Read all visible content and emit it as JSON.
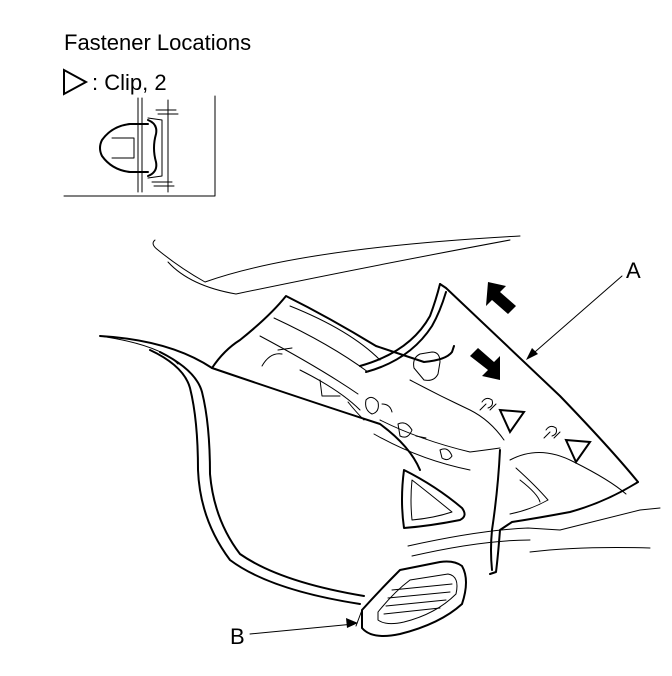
{
  "title": "Fastener Locations",
  "legend": {
    "symbol": "triangle-outline-icon",
    "text": ": Clip, 2"
  },
  "callouts": {
    "a": "A",
    "b": "B"
  },
  "colors": {
    "ink": "#000000",
    "paper": "#ffffff"
  }
}
